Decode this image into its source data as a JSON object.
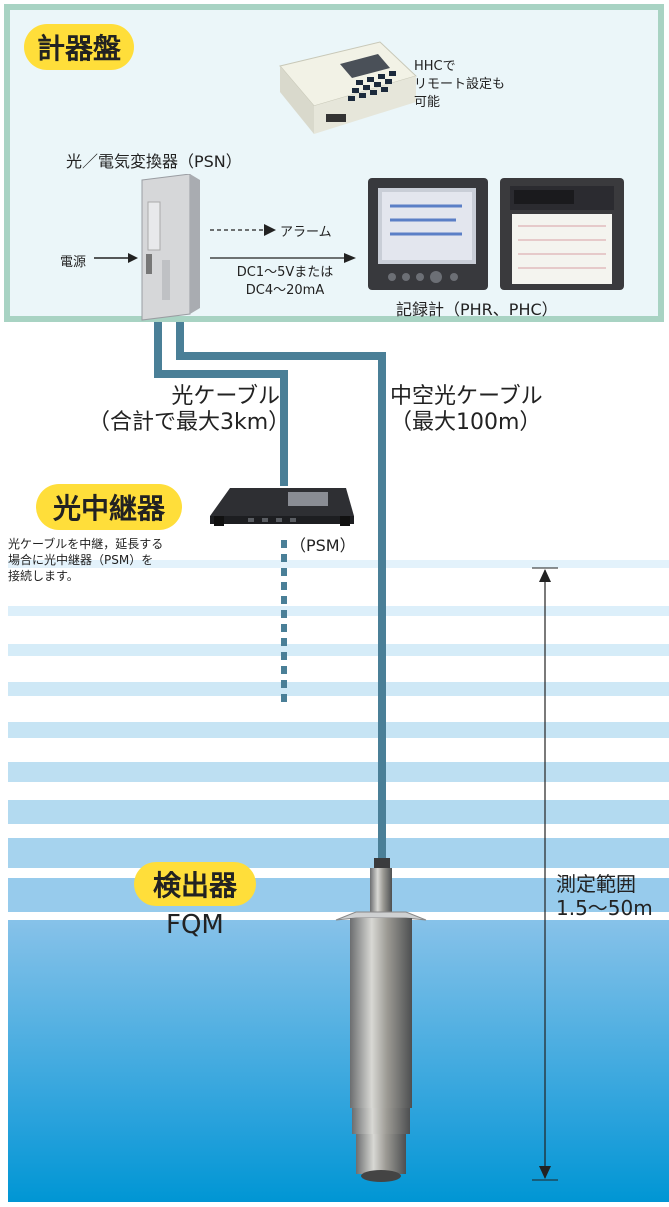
{
  "panel": {
    "title": "計器盤"
  },
  "hhc": {
    "note": [
      "HHCで",
      "リモート設定も",
      "可能"
    ]
  },
  "converter": {
    "label": "光／電気変換器（PSN）"
  },
  "power": {
    "label": "電源"
  },
  "alarm": {
    "label": "アラーム"
  },
  "output": {
    "line1": "DC1～5Vまたは",
    "line2": "DC4～20mA"
  },
  "recorder": {
    "label": "記録計（PHR、PHC）"
  },
  "optical_cable": {
    "line1": "光ケーブル",
    "line2": "（合計で最大3km）"
  },
  "hollow_cable": {
    "line1": "中空光ケーブル",
    "line2": "（最大100m）"
  },
  "relay": {
    "title": "光中継器",
    "note": [
      "光ケーブルを中継，延長する",
      "場合に光中継器（PSM）を",
      "接続します。"
    ],
    "model": "（PSM）"
  },
  "range": {
    "line1": "測定範囲",
    "line2": "1.5～50m"
  },
  "detector": {
    "title": "検出器",
    "model": "FQM"
  },
  "colors": {
    "panel_border": "#a8d3c3",
    "panel_bg": "#ebf6f9",
    "badge": "#ffde3a",
    "cable": "#4a7f97",
    "water_deep": "#0096d4"
  }
}
